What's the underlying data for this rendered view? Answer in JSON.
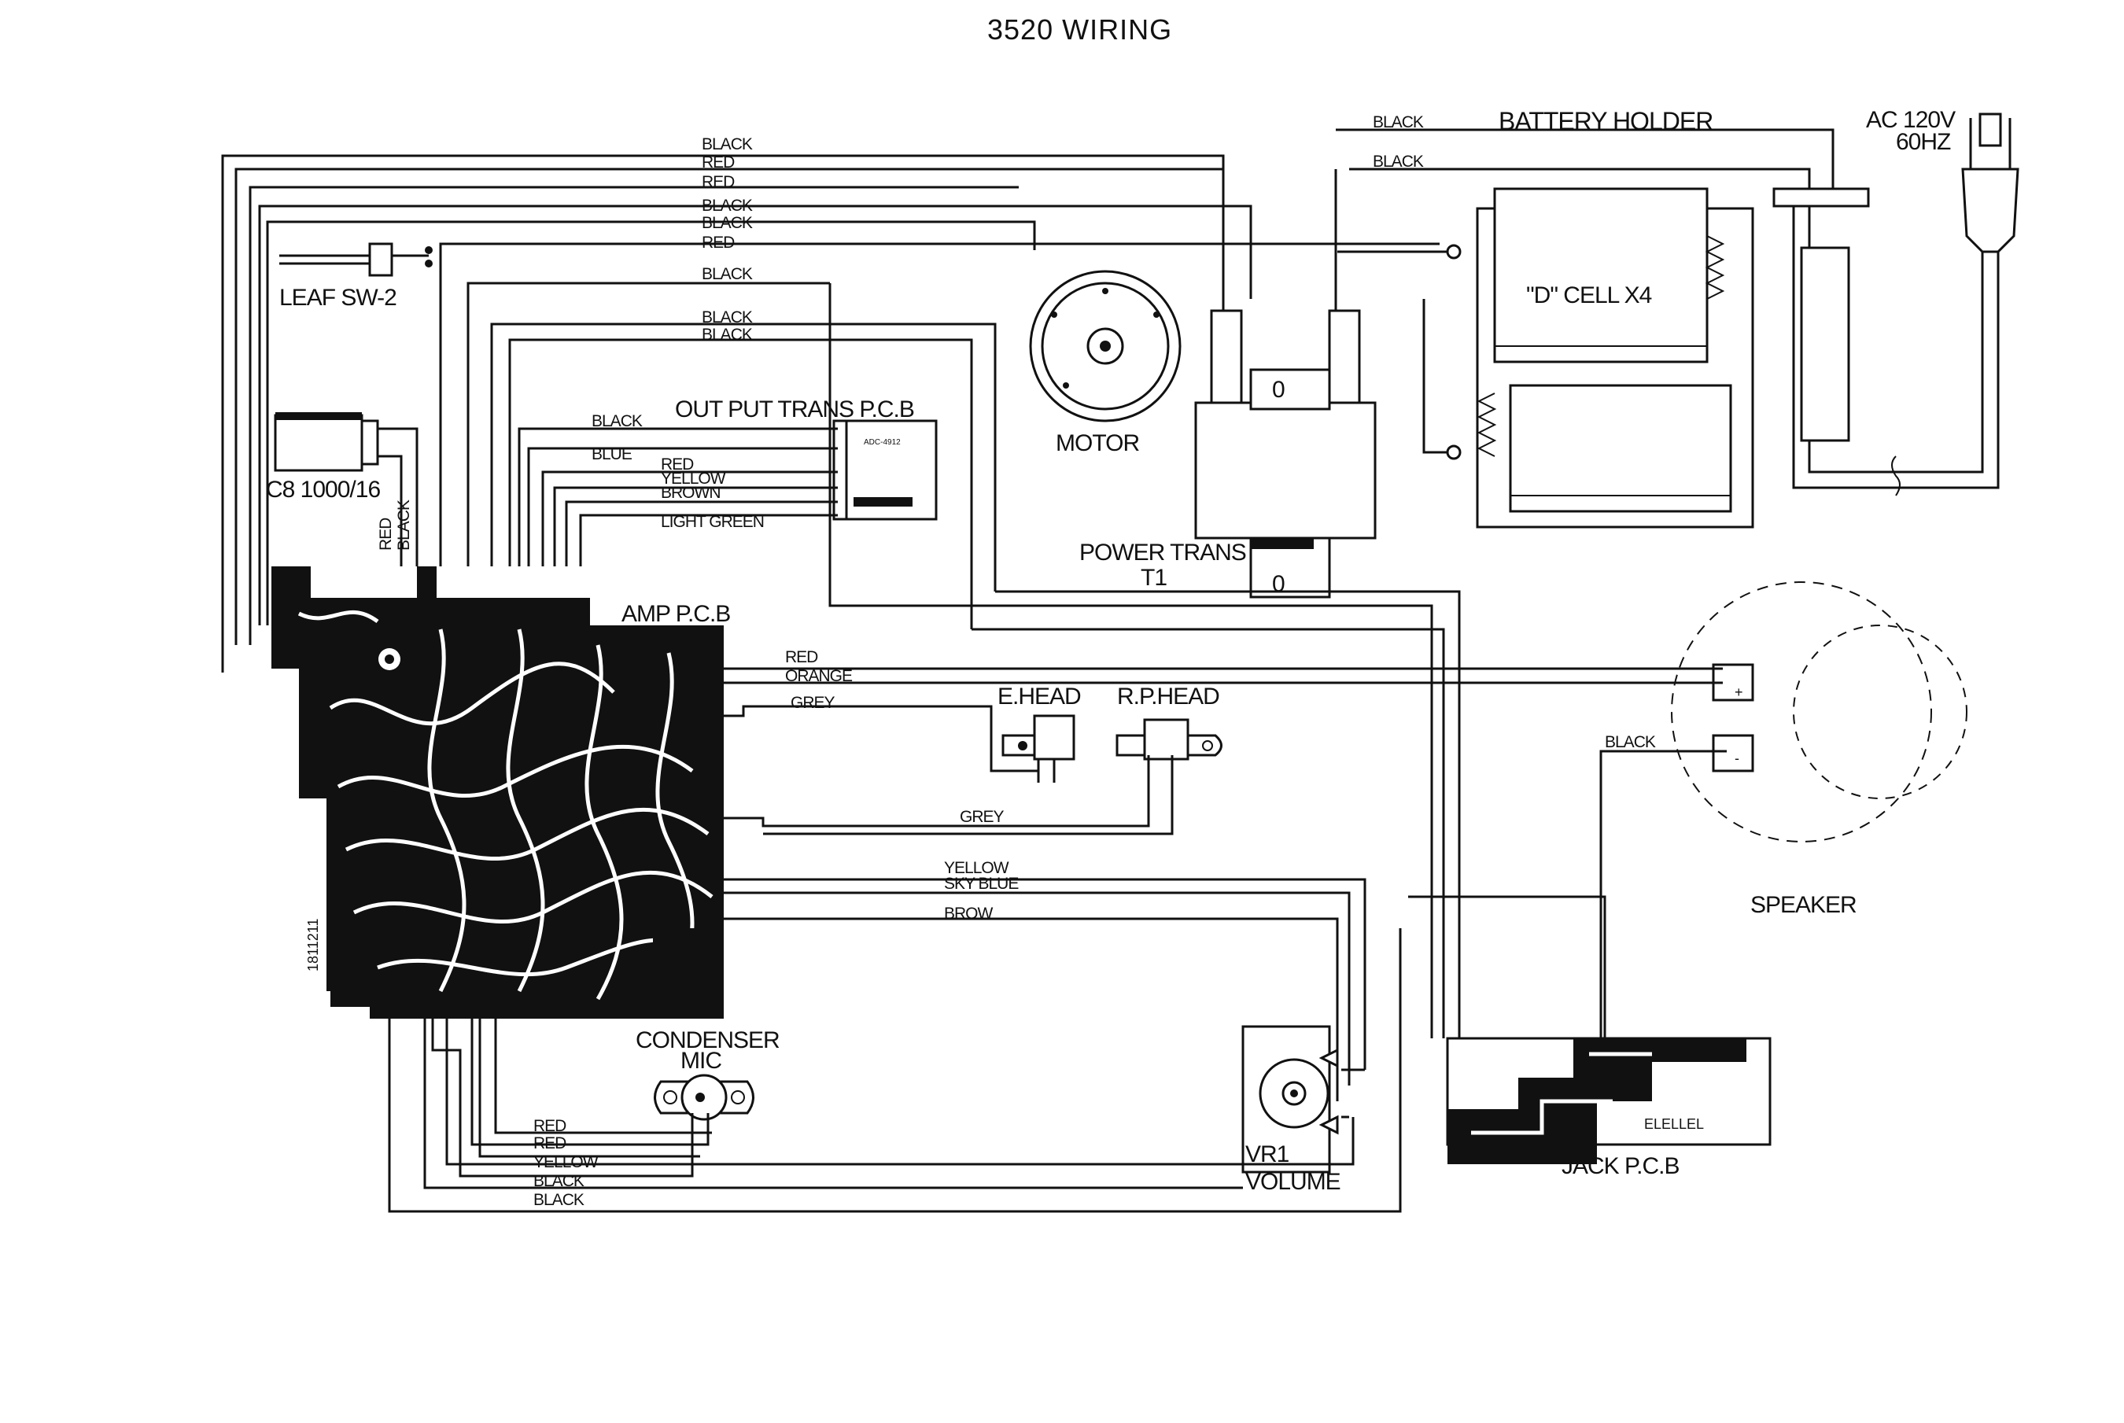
{
  "title": "3520 WIRING",
  "components": {
    "leaf_switch": "LEAF SW-2",
    "capacitor": "C8 1000/16",
    "output_trans": "OUT PUT TRANS P.C.B",
    "motor": "MOTOR",
    "power_trans": "POWER TRANS",
    "power_trans_ref": "T1",
    "battery_holder": "BATTERY HOLDER",
    "battery_cells": "\"D\" CELL X4",
    "ac_supply_1": "AC 120V",
    "ac_supply_2": "60HZ",
    "amp_pcb": "AMP P.C.B",
    "e_head": "E.HEAD",
    "rp_head": "R.P.HEAD",
    "speaker": "SPEAKER",
    "condenser_mic_1": "CONDENSER",
    "condenser_mic_2": "MIC",
    "volume_ref": "VR1",
    "volume": "VOLUME",
    "jack_pcb": "JACK P.C.B",
    "amp_pcb_code": "1811211",
    "output_trans_code": "ADC-4912",
    "jack_pcb_code": "ELELLEL"
  },
  "wire_labels": {
    "top": [
      "BLACK",
      "RED",
      "RED",
      "BLACK",
      "BLACK",
      "RED",
      "BLACK",
      "BLACK",
      "BLACK"
    ],
    "battery": [
      "BLACK",
      "BLACK"
    ],
    "output_trans": [
      "BLACK",
      "BLUE",
      "RED",
      "YELLOW",
      "BROWN",
      "LIGHT GREEN"
    ],
    "capacitor": [
      "RED",
      "BLACK"
    ],
    "speaker": [
      "RED",
      "ORANGE",
      "BLACK"
    ],
    "heads": [
      "GREY",
      "GREY"
    ],
    "jack": [
      "YELLOW",
      "SKY BLUE",
      "BROW"
    ],
    "bottom": [
      "RED",
      "RED",
      "YELLOW",
      "BLACK",
      "BLACK"
    ],
    "speaker_terminals": [
      "+",
      "-"
    ]
  },
  "colors": {
    "ink": "#111111",
    "paper": "#ffffff"
  }
}
